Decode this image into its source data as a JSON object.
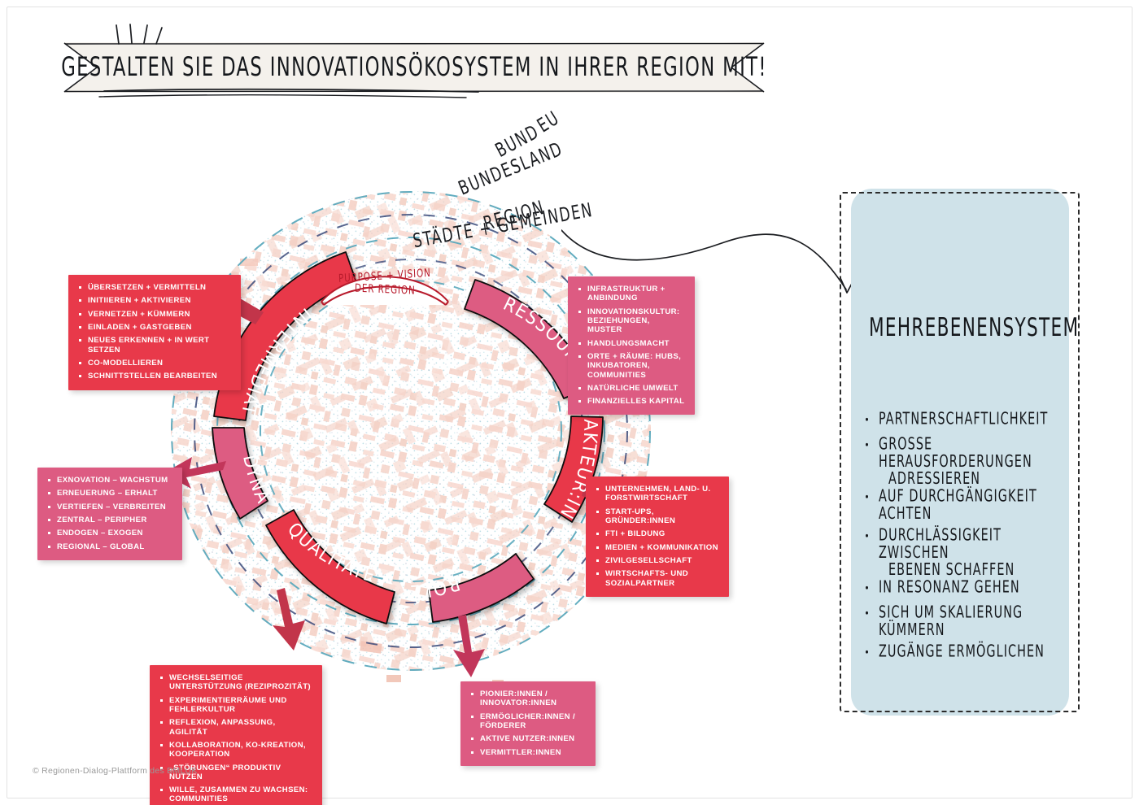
{
  "header": {
    "banner_title": "GESTALTEN SIE DAS INNOVATIONSÖKOSYSTEM IN IHRER REGION MIT!"
  },
  "colors": {
    "red": "#e8394a",
    "pink": "#dd5b82",
    "dark_red": "#b81b2c",
    "panel_blue": "#cfe2e9",
    "banner_bg": "#f4f1ec",
    "ring_teal": "#5aa9bd",
    "ring_navy": "#3a4a7a",
    "texture_salmon": "#f3c3b5",
    "ink": "#1b1d21"
  },
  "diagram": {
    "center": {
      "line1": "PURPOSE + VISION",
      "line2": "DER REGION"
    },
    "levels": [
      {
        "label": "EU"
      },
      {
        "label": "BUND"
      },
      {
        "label": "BUNDESLAND"
      },
      {
        "label": "REGION"
      },
      {
        "label": "STÄDTE + GEMEINDEN"
      }
    ],
    "segments": [
      {
        "key": "ressourcen",
        "label": "RESSOURCEN",
        "color": "#dd5b82"
      },
      {
        "key": "akteure",
        "label": "AKTEUR:INNEN",
        "color": "#e8394a"
      },
      {
        "key": "rollen",
        "label": "ROLLEN",
        "color": "#dd5b82"
      },
      {
        "key": "qualitaeten",
        "label": "QUALITÄTEN",
        "color": "#e8394a"
      },
      {
        "key": "dynamiken",
        "label": "DYNAMIKEN",
        "color": "#dd5b82"
      },
      {
        "key": "intermediation",
        "label": "INTERMEDIATION",
        "color": "#e8394a"
      }
    ]
  },
  "boxes": {
    "intermediation": {
      "style": "red",
      "items": [
        "ÜBERSETZEN + VERMITTELN",
        "INITIIEREN + AKTIVIEREN",
        "VERNETZEN + KÜMMERN",
        "EINLADEN + GASTGEBEN",
        "NEUES ERKENNEN + IN WERT SETZEN",
        "CO-MODELLIEREN",
        "SCHNITTSTELLEN BEARBEITEN"
      ]
    },
    "dynamiken": {
      "style": "pink",
      "items": [
        "EXNOVATION – WACHSTUM",
        "ERNEUERUNG – ERHALT",
        "VERTIEFEN – VERBREITEN",
        "ZENTRAL – PERIPHER",
        "ENDOGEN – EXOGEN",
        "REGIONAL – GLOBAL"
      ]
    },
    "qualitaeten": {
      "style": "red",
      "items": [
        "WECHSELSEITIGE UNTERSTÜTZUNG (REZIPROZITÄT)",
        "EXPERIMENTIERRÄUME UND FEHLERKULTUR",
        "REFLEXION, ANPASSUNG, AGILITÄT",
        "KOLLABORATION, KO-KREATION, KOOPERATION",
        "„STÖRUNGEN“ PRODUKTIV NUTZEN",
        "WILLE, ZUSAMMEN ZU WACHSEN: COMMUNITIES"
      ]
    },
    "rollen": {
      "style": "pink",
      "items": [
        "PIONIER:INNEN / INNOVATOR:INNEN",
        "ERMÖGLICHER:INNEN / FÖRDERER",
        "AKTIVE NUTZER:INNEN",
        "VERMITTLER:INNEN"
      ]
    },
    "akteure": {
      "style": "red",
      "items": [
        "UNTERNEHMEN, LAND- U. FORSTWIRTSCHAFT",
        "START-UPS, GRÜNDER:INNEN",
        "FTI + BILDUNG",
        "MEDIEN + KOMMUNIKATION",
        "ZIVILGESELLSCHAFT",
        "WIRTSCHAFTS- UND SOZIALPARTNER"
      ]
    },
    "ressourcen": {
      "style": "pink",
      "items": [
        "INFRASTRUKTUR + ANBINDUNG",
        "INNOVATIONSKULTUR: BEZIEHUNGEN, MUSTER",
        "HANDLUNGSMACHT",
        "ORTE + RÄUME: HUBS, INKUBATOREN, COMMUNITIES",
        "NATÜRLICHE UMWELT",
        "FINANZIELLES KAPITAL"
      ]
    }
  },
  "panel": {
    "title": "MEHREBENENSYSTEM",
    "items": [
      {
        "line1": "PARTNERSCHAFTLICHKEIT",
        "line2": ""
      },
      {
        "line1": "GROSSE HERAUSFORDERUNGEN",
        "line2": "ADRESSIEREN"
      },
      {
        "line1": "AUF DURCHGÄNGIGKEIT ACHTEN",
        "line2": ""
      },
      {
        "line1": "DURCHLÄSSIGKEIT ZWISCHEN",
        "line2": "EBENEN SCHAFFEN"
      },
      {
        "line1": "IN RESONANZ GEHEN",
        "line2": ""
      },
      {
        "line1": "SICH UM SKALIERUNG KÜMMERN",
        "line2": ""
      },
      {
        "line1": "ZUGÄNGE ERMÖGLICHEN",
        "line2": ""
      }
    ]
  },
  "footer": {
    "credit": "© Regionen-Dialog-Plattform des BMLUK"
  }
}
